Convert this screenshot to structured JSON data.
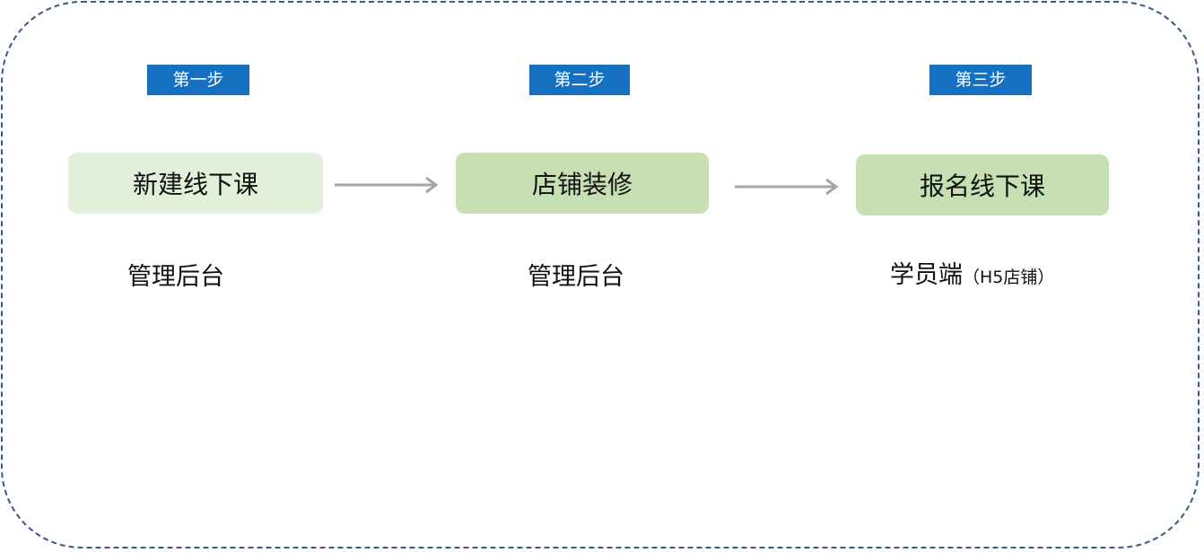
{
  "colors": {
    "frame_border": "#3b5a86",
    "badge_bg": "#1670c2",
    "badge_text": "#ffffff",
    "node_light": "#e2efd9",
    "node_mid": "#c6e0b4",
    "arrow": "#a6a6a6"
  },
  "steps": [
    {
      "badge": "第一步",
      "node": "新建线下课",
      "caption": "管理后台",
      "caption_sub": ""
    },
    {
      "badge": "第二步",
      "node": "店铺装修",
      "caption": "管理后台",
      "caption_sub": ""
    },
    {
      "badge": "第三步",
      "node": "报名线下课",
      "caption": "学员端",
      "caption_sub": "（H5店铺）"
    }
  ]
}
